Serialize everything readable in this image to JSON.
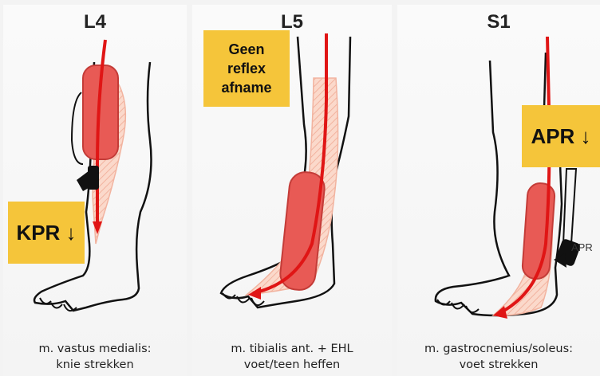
{
  "panels": [
    {
      "title": "L4",
      "caption_line1": "m. vastus medialis:",
      "caption_line2": "knie strekken",
      "badge": "KPR ↓"
    },
    {
      "title": "L5",
      "caption_line1": "m. tibialis ant. + EHL",
      "caption_line2": "voet/teen heffen",
      "badge_lines": [
        "Geen",
        "reflex",
        "afname"
      ]
    },
    {
      "title": "S1",
      "caption_line1": "m. gastrocnemius/soleus:",
      "caption_line2": "voet strekken",
      "badge": "APR ↓",
      "hammer_label": "APR"
    }
  ],
  "colors": {
    "badge": "#f5c53a",
    "nerve": "#e01515",
    "muscle": "#e85a55",
    "muscle_area": "#f9d3c4",
    "outline": "#111111"
  },
  "icons": [
    "reflex-hammer-icon",
    "reflex-hammer-icon"
  ]
}
